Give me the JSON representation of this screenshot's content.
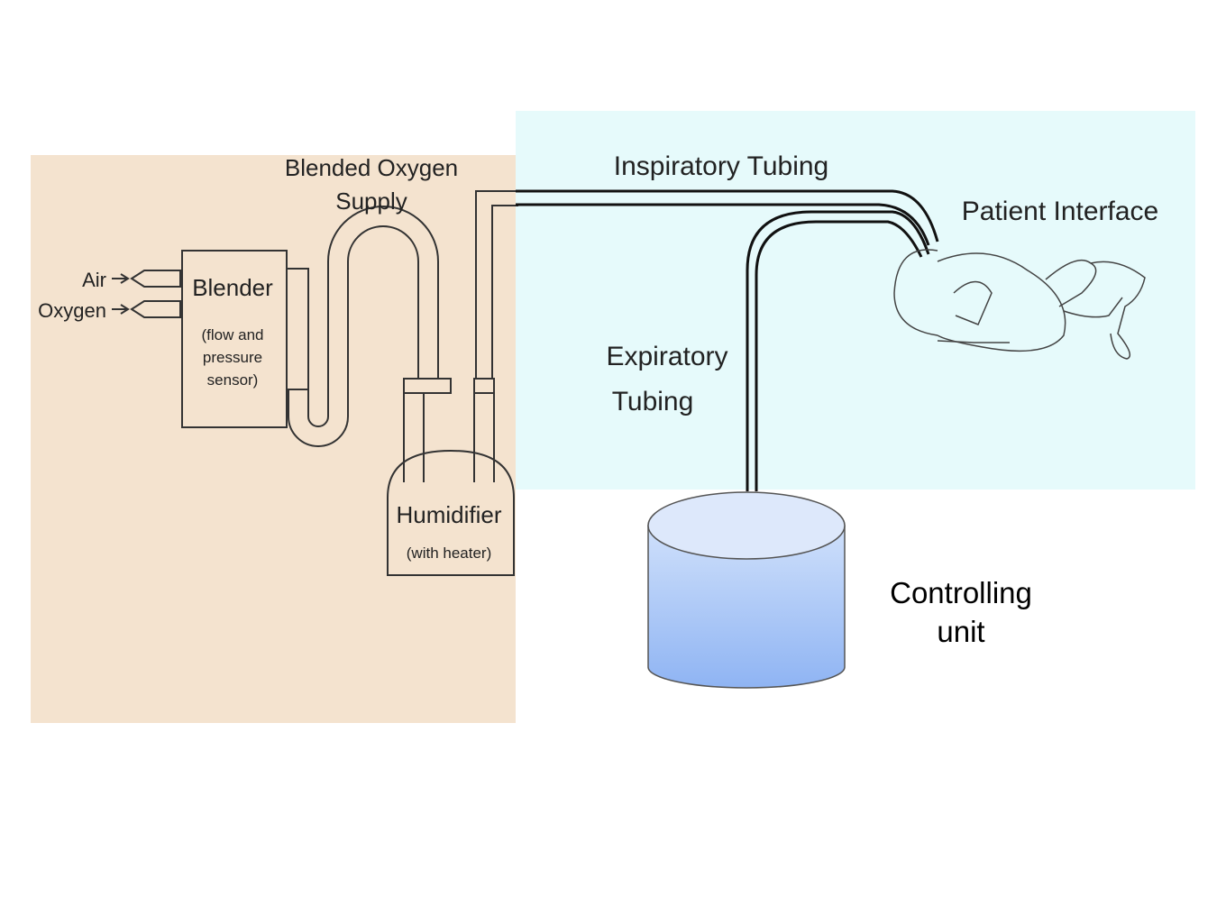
{
  "colors": {
    "left_panel": "#f4e3cf",
    "right_panel": "#e6fafb",
    "tube": "#111111",
    "cylinder_top": "#cfe0fb",
    "cylinder_bottom": "#8fb4f3"
  },
  "icons": {
    "patient": "infant-icon",
    "controller": "cylinder-icon"
  },
  "labels": {
    "air": "Air",
    "oxygen": "Oxygen",
    "blender": "Blender",
    "blender_sub1": "(flow and",
    "blender_sub2": "pressure",
    "blender_sub3": "sensor)",
    "blended_line1": "Blended Oxygen",
    "blended_line2": "Supply",
    "humidifier": "Humidifier",
    "humidifier_sub": "(with heater)",
    "inspiratory": "Inspiratory Tubing",
    "patient_interface": "Patient Interface",
    "expiratory_line1": "Expiratory",
    "expiratory_line2": "Tubing",
    "controlling_line1": "Controlling",
    "controlling_line2": "unit"
  }
}
